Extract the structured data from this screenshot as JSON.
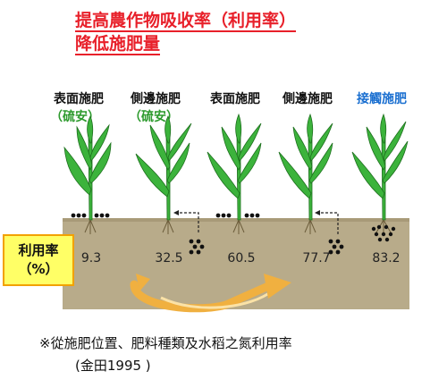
{
  "title": {
    "line1": "提高農作物吸收率（利用率）",
    "line2": "降低施肥量"
  },
  "methods": [
    {
      "label": "表面施肥",
      "sub": "（硫安）",
      "rate": "9.3",
      "label_color": "#111111"
    },
    {
      "label": "側邊施肥",
      "sub": "（硫安）",
      "rate": "32.5",
      "label_color": "#111111"
    },
    {
      "label": "表面施肥",
      "sub": "",
      "rate": "60.5",
      "label_color": "#111111"
    },
    {
      "label": "側邊施肥",
      "sub": "",
      "rate": "77.7",
      "label_color": "#111111"
    },
    {
      "label": "接觸施肥",
      "sub": "",
      "rate": "83.2",
      "label_color": "#1a6fd0"
    }
  ],
  "rate_box": {
    "line1": "利用率",
    "line2": "（%）"
  },
  "footnote": {
    "line1": "※從施肥位置、肥料種類及水稻之氮利用率",
    "line2": "(金田1995 )"
  },
  "colors": {
    "title": "#e8202a",
    "soil": "#b8ab8a",
    "plant": "#3cb33c",
    "sub_label": "#2d9a2d",
    "accent_label": "#1a6fd0",
    "rate_box_fill": "#ffff66",
    "rate_box_border": "#f2a100",
    "arrow": "#f0b040"
  }
}
